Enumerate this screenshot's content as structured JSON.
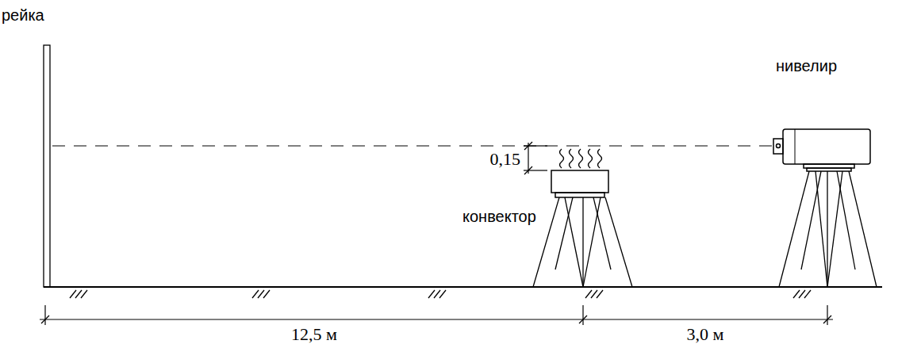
{
  "diagram": {
    "labels": [
      "рейка",
      "нивелир",
      "0,15",
      "конвектор",
      "12,5 м",
      "3,0 м"
    ]
  }
}
